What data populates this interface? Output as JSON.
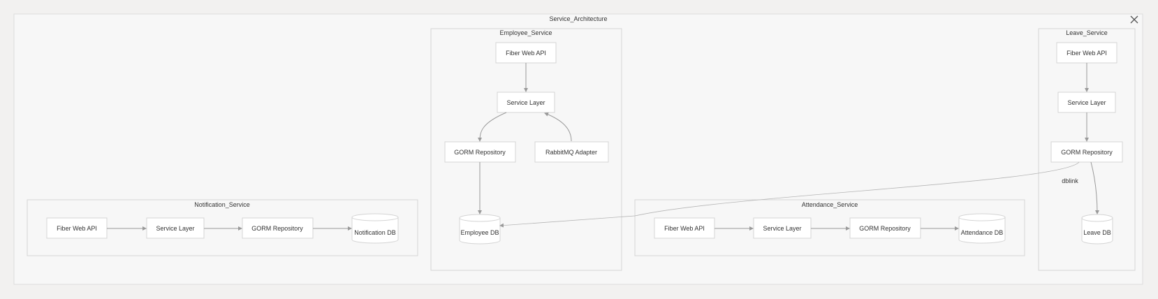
{
  "diagram": {
    "title": "Service_Architecture",
    "groups": {
      "employee": {
        "title": "Employee_Service",
        "api": "Fiber Web API",
        "service": "Service Layer",
        "repo": "GORM Repository",
        "mq": "RabbitMQ Adapter",
        "db": "Employee DB"
      },
      "leave": {
        "title": "Leave_Service",
        "api": "Fiber Web API",
        "service": "Service Layer",
        "repo": "GORM Repository",
        "db": "Leave DB"
      },
      "notification": {
        "title": "Notification_Service",
        "api": "Fiber Web API",
        "service": "Service Layer",
        "repo": "GORM Repository",
        "db": "Notification DB"
      },
      "attendance": {
        "title": "Attendance_Service",
        "api": "Fiber Web API",
        "service": "Service Layer",
        "repo": "GORM Repository",
        "db": "Attendance DB"
      }
    },
    "edge_labels": {
      "dblink": "dblink"
    }
  },
  "window": {
    "close_icon": "close-icon"
  }
}
